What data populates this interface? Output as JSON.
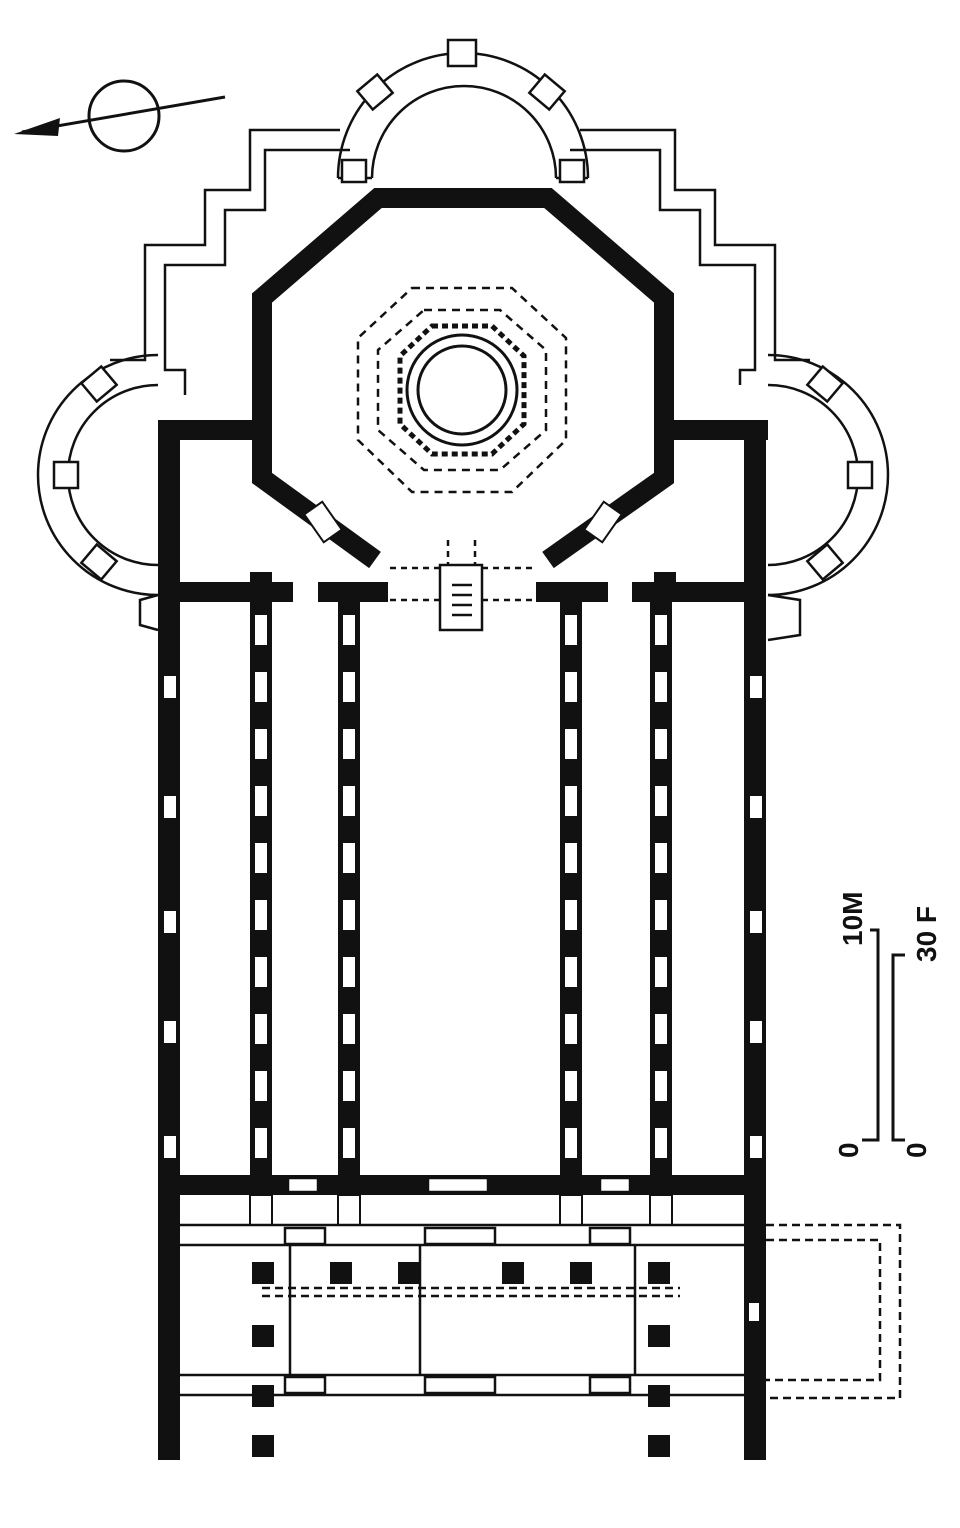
{
  "scale_bars": {
    "metric": {
      "top_label": "10M",
      "bottom_label": "0"
    },
    "imperial": {
      "top_label": "30 F",
      "bottom_label": "0"
    }
  },
  "north_arrow": {
    "icon": "north-arrow-icon"
  },
  "colors": {
    "wall": "#111111",
    "paper": "#ffffff"
  }
}
